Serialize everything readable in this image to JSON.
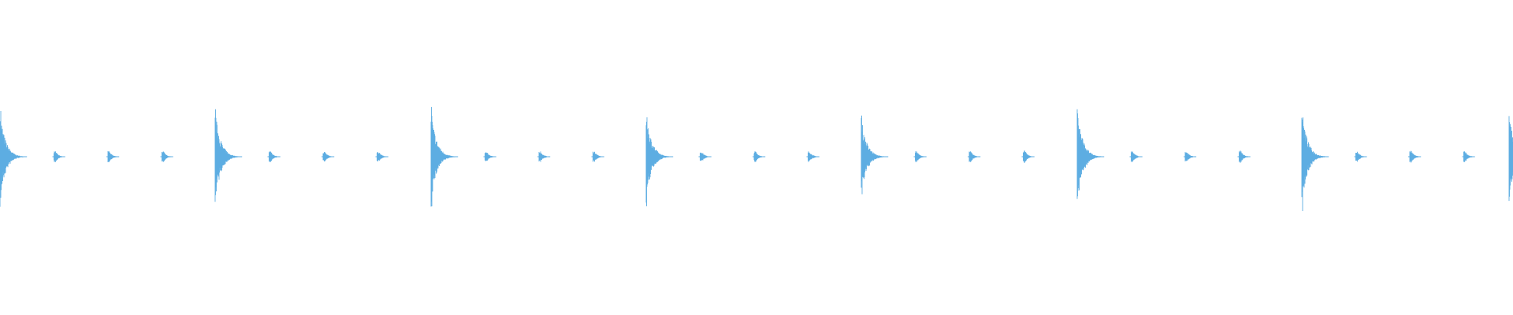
{
  "waveform": {
    "color": "#5DADE2",
    "background": "#FFFFFF",
    "beats_per_bar": 4,
    "bars": [
      {
        "accent": 0.66,
        "ticks": [
          0.04,
          0.04,
          0.04
        ]
      },
      {
        "accent": 0.67,
        "ticks": [
          0.04,
          0.04,
          0.04
        ]
      },
      {
        "accent": 0.67,
        "ticks": [
          0.04,
          0.04,
          0.04
        ]
      },
      {
        "accent": 0.63,
        "ticks": [
          0.04,
          0.04,
          0.04
        ]
      },
      {
        "accent": 0.56,
        "ticks": [
          0.04,
          0.04,
          0.05
        ]
      },
      {
        "accent": 0.71,
        "ticks": [
          0.04,
          0.04,
          0.05
        ]
      },
      {
        "accent": 0.7,
        "ticks": [
          0.04,
          0.05,
          0.04
        ]
      },
      {
        "accent": 0.62,
        "ticks": []
      }
    ]
  }
}
